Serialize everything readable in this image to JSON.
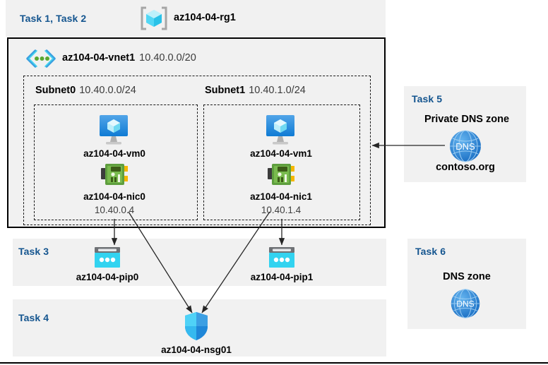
{
  "resource_group": {
    "task_label": "Task 1, Task 2",
    "icon": "resource-group-icon",
    "name": "az104-04-rg1"
  },
  "vnet": {
    "icon": "virtual-network-icon",
    "name": "az104-04-vnet1",
    "address_space": "10.40.0.0/20"
  },
  "subnets": [
    {
      "label": "Subnet0",
      "cidr": "10.40.0.0/24",
      "vm": {
        "icon": "virtual-machine-icon",
        "name": "az104-04-vm0"
      },
      "nic": {
        "icon": "network-interface-icon",
        "name": "az104-04-nic0",
        "ip": "10.40.0.4"
      }
    },
    {
      "label": "Subnet1",
      "cidr": "10.40.1.0/24",
      "vm": {
        "icon": "virtual-machine-icon",
        "name": "az104-04-vm1"
      },
      "nic": {
        "icon": "network-interface-icon",
        "name": "az104-04-nic1",
        "ip": "10.40.1.4"
      }
    }
  ],
  "task3": {
    "task_label": "Task 3",
    "pip": {
      "icon": "public-ip-address-icon",
      "name": "az104-04-pip0"
    }
  },
  "task3b": {
    "pip": {
      "icon": "public-ip-address-icon",
      "name": "az104-04-pip1"
    }
  },
  "task4": {
    "task_label": "Task 4",
    "nsg": {
      "icon": "network-security-group-icon",
      "name": "az104-04-nsg01"
    }
  },
  "task5": {
    "task_label": "Task 5",
    "heading": "Private DNS zone",
    "icon": "dns-zone-icon",
    "icon_text": "DNS",
    "zone_name": "contoso.org"
  },
  "task6": {
    "task_label": "Task 6",
    "heading": "DNS zone",
    "icon": "dns-zone-icon",
    "icon_text": "DNS"
  },
  "colors": {
    "task_label": "#14558f",
    "panel_background": "#f1f1f1",
    "page_background": "#ffffff",
    "border": "#000000",
    "dns_blue": "#3a8dde",
    "pip_cyan": "#32d3f0",
    "nic_green": "#5e9e3e",
    "vm_blue": "#2d8fe0",
    "connector": "#262626"
  }
}
